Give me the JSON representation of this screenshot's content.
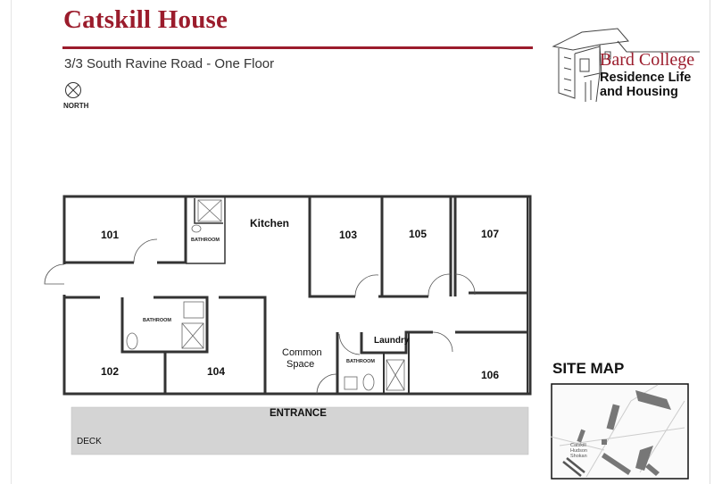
{
  "colors": {
    "accent": "#9b1c2c",
    "wall": "#333333",
    "deck": "#d4d4d4"
  },
  "header": {
    "title": "Catskill House",
    "subtitle": "3/3 South Ravine Road - One Floor",
    "north_label": "NORTH"
  },
  "logo": {
    "college": "Bard College",
    "line1": "Residence Life",
    "line2": "and Housing"
  },
  "plan": {
    "rooms": {
      "r101": "101",
      "r102": "102",
      "r103": "103",
      "r104": "104",
      "r105": "105",
      "r106": "106",
      "r107": "107"
    },
    "kitchen": "Kitchen",
    "common_1": "Common",
    "common_2": "Space",
    "laundry": "Laundry",
    "bathroom_small": "BATHROOM",
    "bathroom_large": "BATHROOM",
    "bathroom_right": "BATHROOM",
    "entrance": "ENTRANCE",
    "deck": "DECK"
  },
  "site_map": {
    "title": "SITE MAP",
    "labels": [
      "Catskill",
      "Hudson",
      "Shokan"
    ]
  }
}
